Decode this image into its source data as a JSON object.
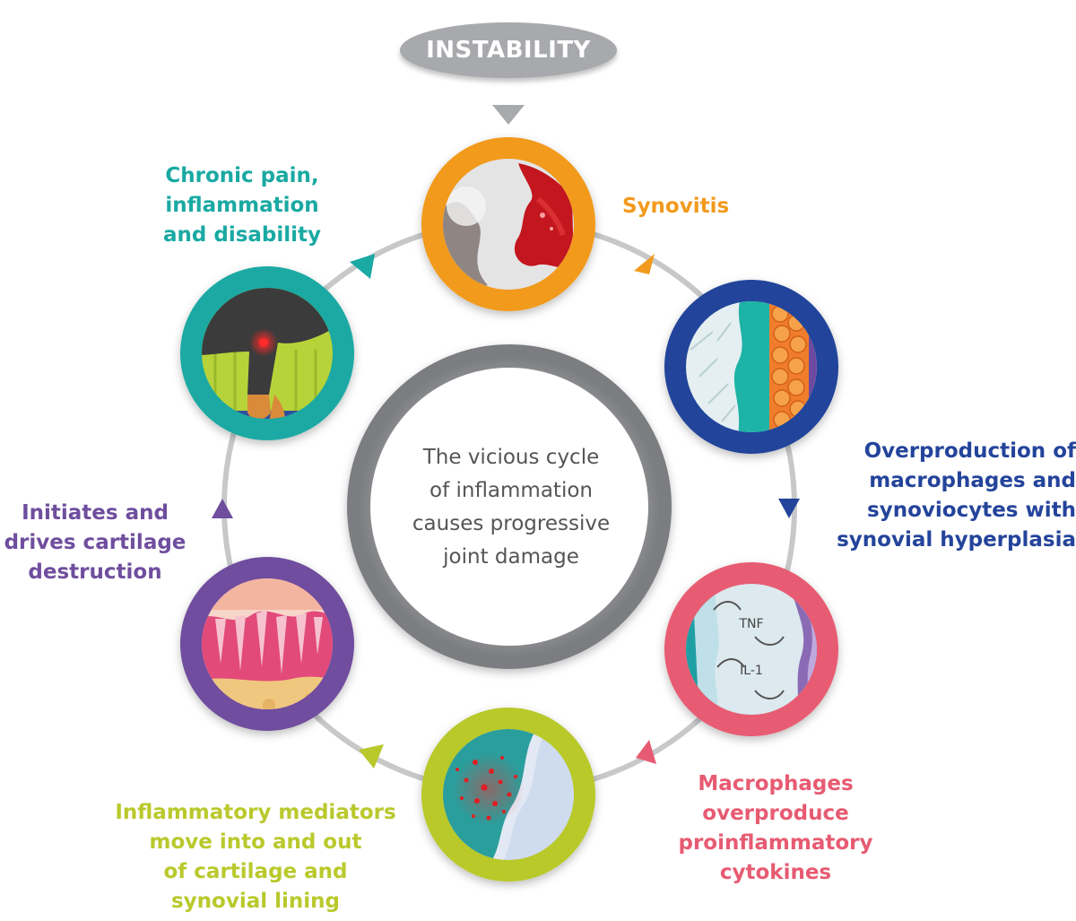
{
  "header": {
    "title": "INSTABILITY"
  },
  "center": {
    "lines": [
      "The vicious cycle",
      "of inflammation",
      "causes progressive",
      "joint damage"
    ]
  },
  "stages": {
    "synovitis": {
      "lines": [
        "Synovitis"
      ]
    },
    "overproduction": {
      "lines": [
        "Overproduction of",
        "macrophages and",
        "synoviocytes with",
        "synovial hyperplasia"
      ]
    },
    "macrophages": {
      "lines": [
        "Macrophages",
        "overproduce",
        "proinflammatory",
        "cytokines"
      ]
    },
    "mediators": {
      "lines": [
        "Inflammatory mediators",
        "move into and out",
        "of cartilage and",
        "synovial lining"
      ]
    },
    "initiates": {
      "lines": [
        "Initiates and",
        "drives cartilage",
        "destruction"
      ]
    },
    "chronic": {
      "lines": [
        "Chronic pain,",
        "inflammation",
        "and disability"
      ]
    }
  },
  "cytokine_labels": {
    "tnf": "TNF",
    "il1": "IL-1"
  },
  "colors": {
    "synovitis": "#f29a1d",
    "overproduction": "#24449b",
    "macrophages": "#e75b72",
    "mediators": "#b9c92c",
    "initiates": "#6f4e9e",
    "chronic": "#1aa9a3",
    "ring": "#c7c8ca",
    "center_ring": "#8d8e91"
  },
  "icons": {
    "synovitis": "inflamed-joint-icon",
    "overproduction": "hyperplasia-cells-icon",
    "macrophages": "cytokine-exchange-icon",
    "mediators": "mediator-particles-icon",
    "initiates": "cartilage-destruction-icon",
    "chronic": "painful-dog-leg-icon"
  }
}
